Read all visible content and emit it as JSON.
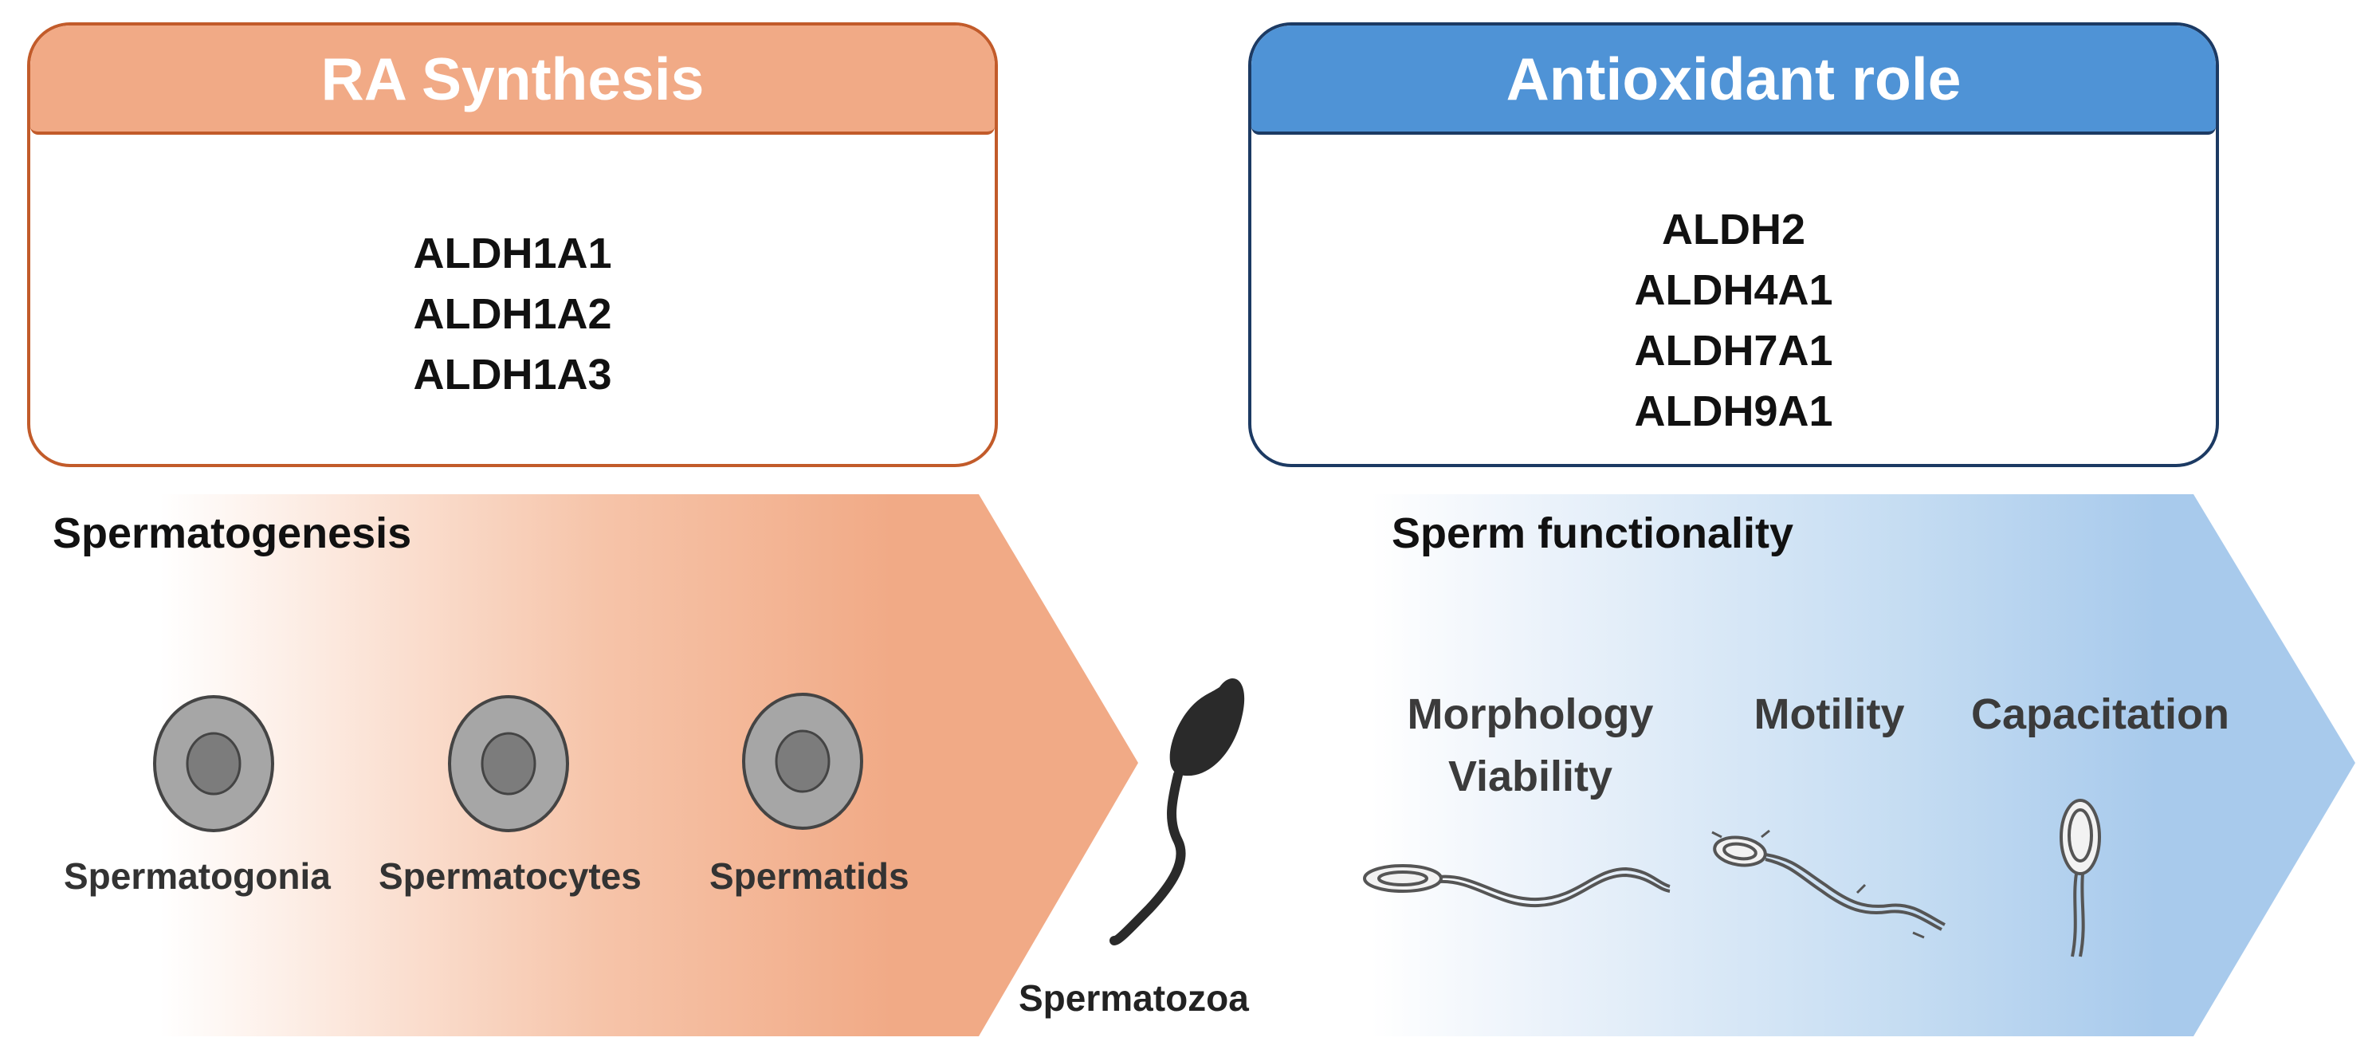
{
  "panels": {
    "ra": {
      "title": "RA Synthesis",
      "genes": [
        "ALDH1A1",
        "ALDH1A2",
        "ALDH1A3"
      ]
    },
    "antioxidant": {
      "title": "Antioxidant role",
      "genes": [
        "ALDH2",
        "ALDH4A1",
        "ALDH7A1",
        "ALDH9A1"
      ]
    }
  },
  "spermatogenesis": {
    "title": "Spermatogenesis",
    "cells": [
      "Spermatogonia",
      "Spermatocytes",
      "Spermatids"
    ]
  },
  "spermatozoa": {
    "label": "Spermatozoa"
  },
  "sperm_functionality": {
    "title": "Sperm functionality",
    "functions": [
      "Morphology",
      "Viability",
      "Motility",
      "Capacitation"
    ]
  },
  "colors": {
    "ra_accent": "#f1aa86",
    "ra_border": "#c25b2a",
    "antioxidant_accent": "#4f93d6",
    "antioxidant_border": "#1c3a63",
    "sperm_arrow_fill": "#a8caec",
    "cell_outer": "#a6a6a6",
    "cell_nucleus": "#7c7c7c"
  }
}
